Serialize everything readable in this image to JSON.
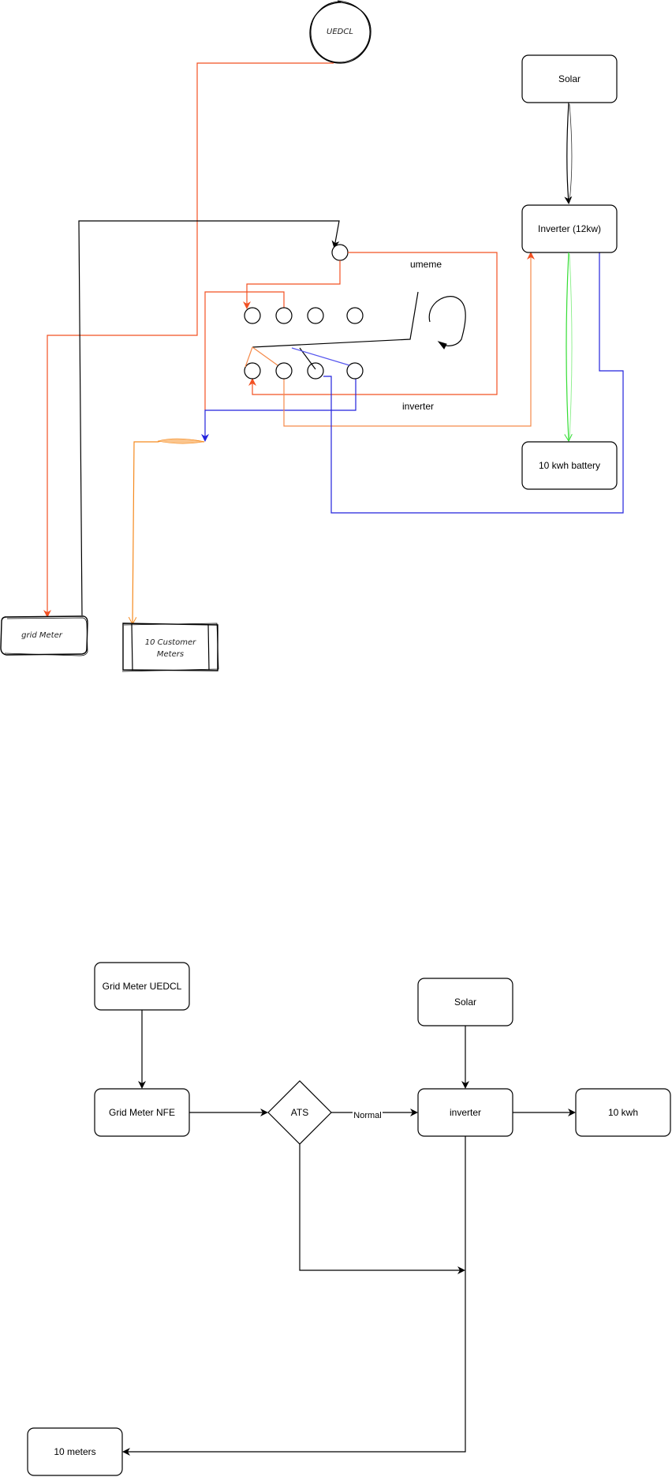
{
  "diagram_top": {
    "nodes": {
      "uedcl": {
        "label": "UEDCL",
        "shape": "circle-sketch"
      },
      "solar": {
        "label": "Solar"
      },
      "inverter": {
        "label": "Inverter (12kw)"
      },
      "battery": {
        "label": "10 kwh battery"
      },
      "grid_meter": {
        "label": "grid Meter"
      },
      "customer_meters": {
        "label_line1": "10 Customer",
        "label_line2": "Meters"
      }
    },
    "switch_labels": {
      "umeme": "umeme",
      "inverter": "inverter"
    },
    "colors": {
      "grid_wire": "#f25022",
      "inverter_wire": "#2222dd",
      "battery_wire": "#33dd33",
      "customer_wire": "#f58a1f",
      "neutral": "#000000"
    }
  },
  "diagram_bottom": {
    "nodes": {
      "grid_meter_uedcl": {
        "label": "Grid Meter UEDCL"
      },
      "grid_meter_nfe": {
        "label": "Grid Meter NFE"
      },
      "ats": {
        "label": "ATS",
        "shape": "diamond"
      },
      "solar": {
        "label": "Solar"
      },
      "inverter": {
        "label": "inverter"
      },
      "battery": {
        "label": "10 kwh"
      },
      "meters": {
        "label": "10 meters"
      }
    },
    "edge_labels": {
      "ats_to_inverter": "Normal"
    }
  }
}
